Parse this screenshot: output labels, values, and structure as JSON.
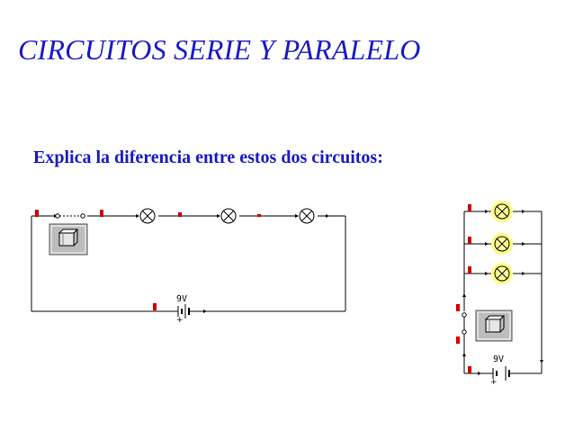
{
  "slide": {
    "title": "CIRCUITOS SERIE Y PARALELO",
    "subtitle": "Explica la diferencia entre estos dos circuitos:"
  },
  "series_circuit": {
    "battery_label": "9V",
    "lamp_count": 3,
    "components": [
      "switch",
      "lamp",
      "lamp",
      "lamp",
      "battery"
    ]
  },
  "parallel_circuit": {
    "battery_label": "9V",
    "lamp_count": 3,
    "lamps_lit": true,
    "components": [
      "lamp",
      "lamp",
      "lamp",
      "switch",
      "battery"
    ]
  },
  "colors": {
    "title": "#1919c8",
    "wire": "#000000",
    "marker": "#d40000",
    "lamp_glow": "#ffff66"
  }
}
